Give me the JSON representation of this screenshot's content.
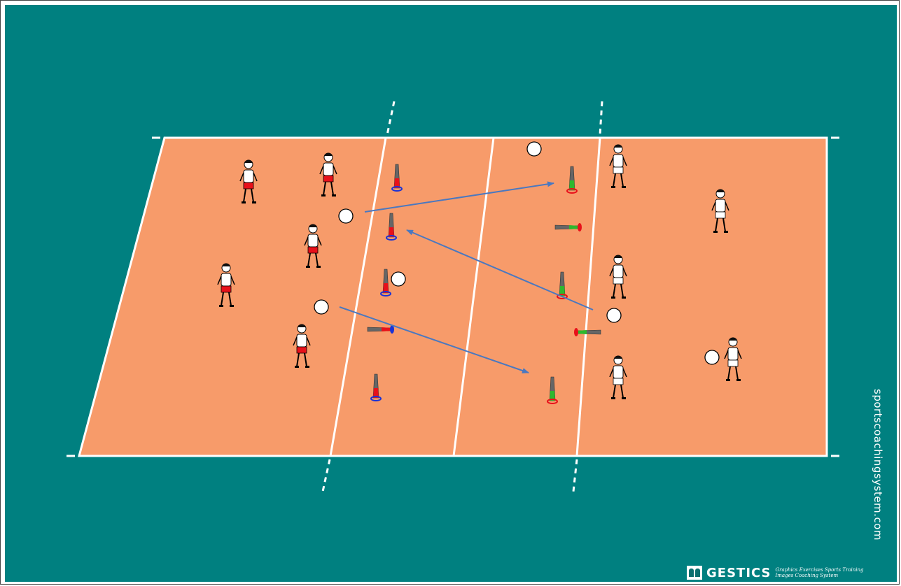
{
  "colors": {
    "background": "#008080",
    "court": "#f79b6a",
    "lines": "#ffffff",
    "arrow": "#4a78c0",
    "shorts_red": "#e8101a",
    "cone_blue": "#1a33d6",
    "cone_red": "#e8101a",
    "cone_green": "#2eb82e"
  },
  "watermark": "sportscoachingsystem.com",
  "logo": {
    "name": "GESTICS",
    "tagline_line1": "Graphics Exercises Sports Training",
    "tagline_line2": "Images Coaching System"
  },
  "players": {
    "left_team_shorts": "red",
    "right_team_shorts": "white"
  }
}
